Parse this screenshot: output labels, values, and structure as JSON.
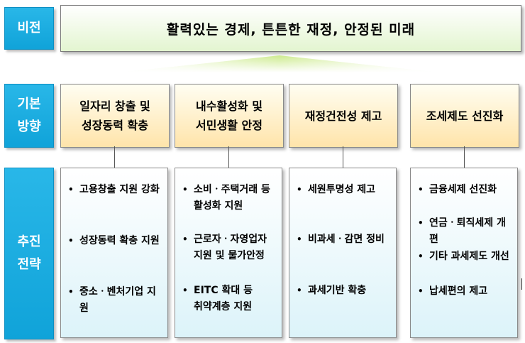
{
  "labels": {
    "vision": "비전",
    "direction_line1": "기본",
    "direction_line2": "방향",
    "strategy_line1": "추진",
    "strategy_line2": "전략"
  },
  "vision_text": "활력있는 경제, 튼튼한 재정, 안정된 미래",
  "directions": [
    {
      "line1": "일자리 창출 및",
      "line2": "성장동력 확충"
    },
    {
      "line1": "내수활성화 및",
      "line2": "서민생활 안정"
    },
    {
      "line1": "재정건전성 제고",
      "line2": ""
    },
    {
      "line1": "조세제도 선진화",
      "line2": ""
    }
  ],
  "strategies": [
    {
      "items": [
        "고용창출 지원 강화",
        "성장동력 확충 지원",
        "중소ㆍ벤처기업 지원"
      ]
    },
    {
      "items": [
        "소비ㆍ주택거래 등\n활성화 지원",
        "근로자ㆍ자영업자\n지원 및 물가안정",
        "EITC 확대 등\n취약계층 지원"
      ]
    },
    {
      "items": [
        "세원투명성 제고",
        "비과세ㆍ감면 정비",
        "과세기반 확충"
      ]
    },
    {
      "items": [
        "금융세제 선진화",
        "연금ㆍ퇴직세제 개편",
        "기타 과세제도 개선",
        "납세편의 제고"
      ]
    }
  ],
  "bullet": "•",
  "colors": {
    "label_bg": "#1aaee3",
    "vision_gradient_end": "#e3f5d0",
    "direction_gradient_end": "#ffe4aa",
    "strategy_gradient_end": "#dcf3f9",
    "arrow": "#b8e07a"
  }
}
